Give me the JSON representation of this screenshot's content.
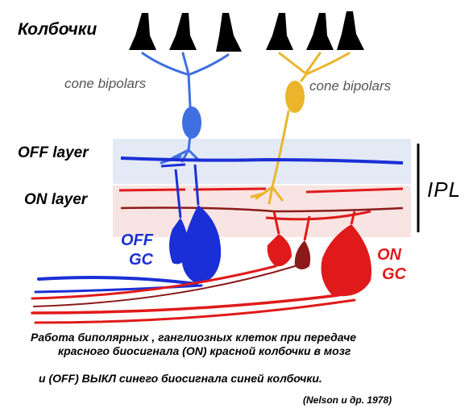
{
  "title": "Колбочки",
  "labels": {
    "bipolars_left": "cone bipolars",
    "bipolars_right": "cone bipolars",
    "off_layer": "OFF layer",
    "on_layer": "ON layer",
    "ipl": "IPL",
    "off_gc_line1": "OFF",
    "off_gc_line2": "GC",
    "on_gc_line1": "ON",
    "on_gc_line2": "GC"
  },
  "caption": {
    "line1": "Работа биполярных , ганглиозных клеток при передаче",
    "line2": "красного биосигнала (ON) красной колбочки в мозг",
    "line3": "и (OFF) ВЫКЛ синего биосигнала синей колбочки.",
    "citation": "(Nelson и др. 1978)"
  },
  "colors": {
    "off_blue": "#1a2fd6",
    "bipolar_blue": "#3f6fe0",
    "bipolar_yellow": "#eab52a",
    "on_red": "#e01a1a",
    "dark_red": "#8b1a1a",
    "off_band": "#e4e9f6",
    "on_band": "#f8e4e2"
  }
}
